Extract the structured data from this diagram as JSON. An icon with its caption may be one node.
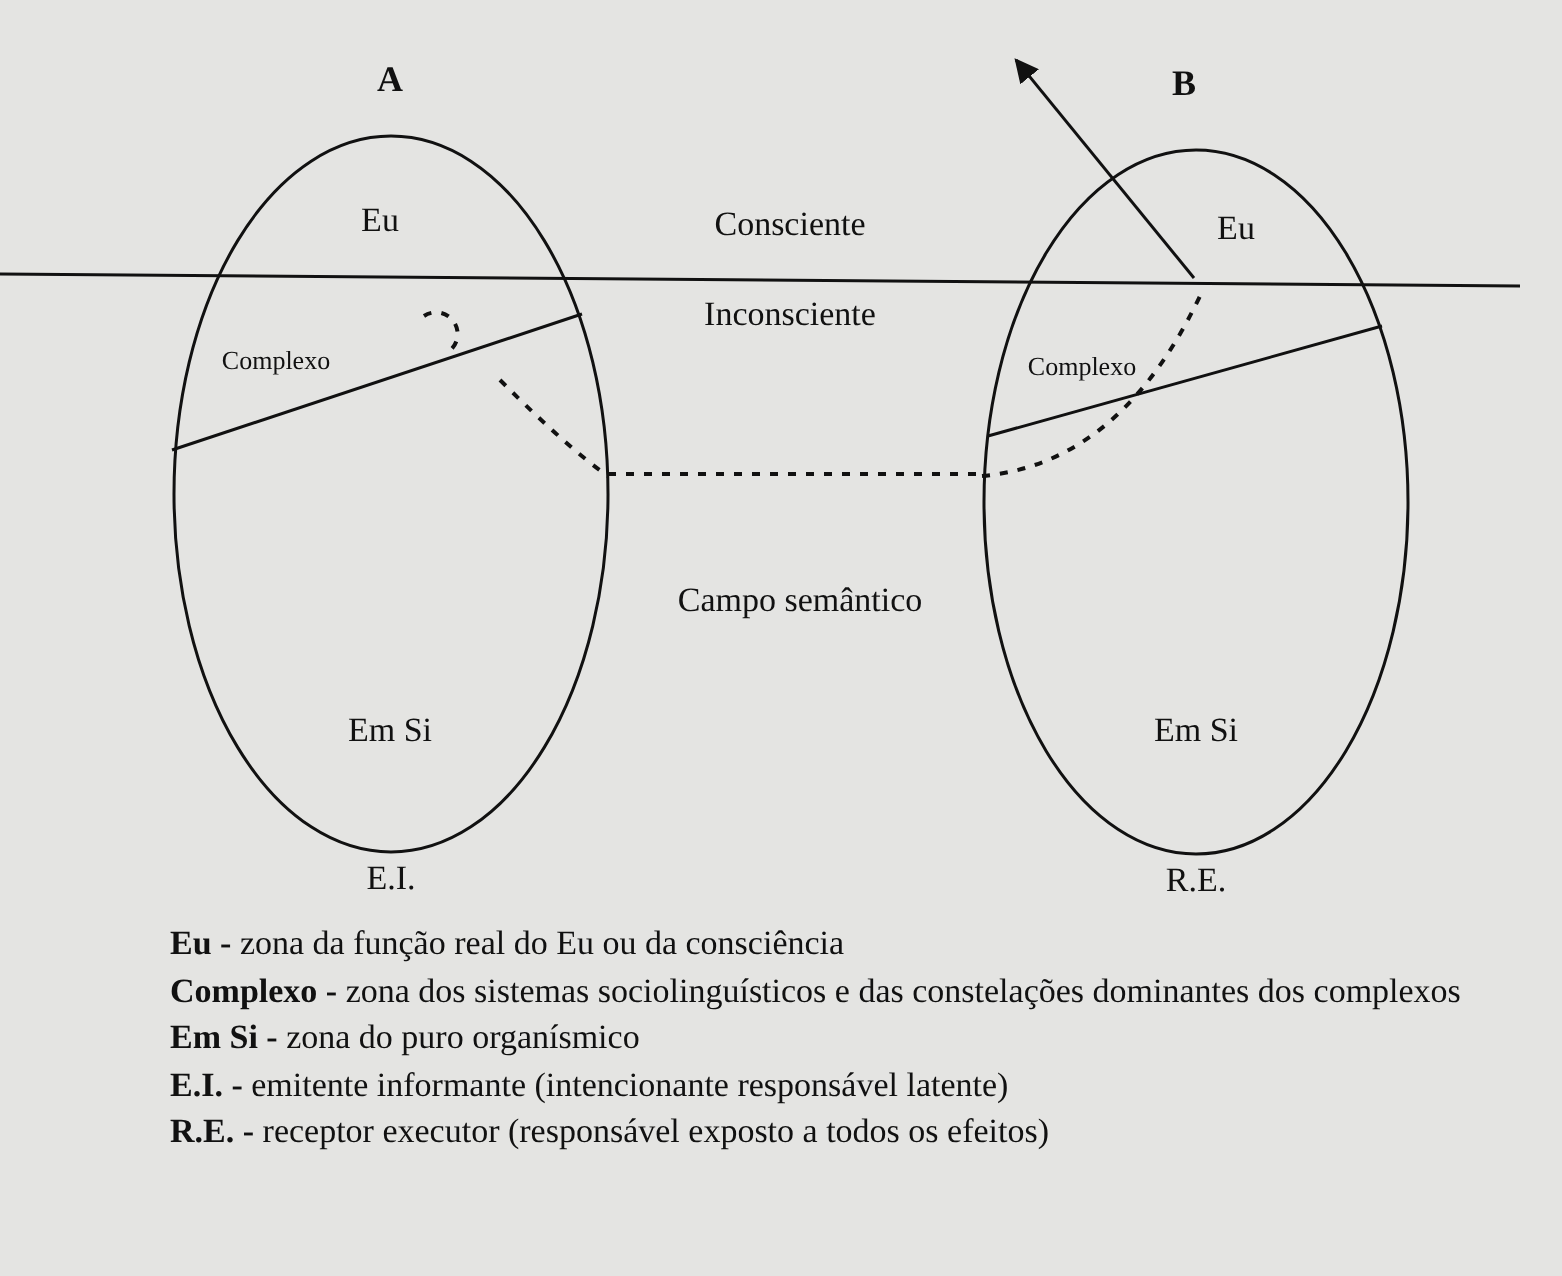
{
  "diagram": {
    "nodes": [
      {
        "text": [
          "Eu",
          "Complexo",
          "Em Si"
        ],
        "beside": [
          "E.I."
        ]
      },
      {
        "text": [
          "Eu",
          "Complexo",
          "Em Si"
        ],
        "beside": [
          "R.E."
        ]
      }
    ],
    "edges": [
      {
        "from": 0,
        "to": 1,
        "arrow": "none",
        "style": "dashed"
      },
      {
        "from": 1,
        "to": null,
        "arrow": "to"
      }
    ],
    "labels": [
      "A",
      "B",
      "Consciente",
      "Inconsciente",
      "Campo semântico",
      "**Eu -** zona da função real do Eu ou da consciência",
      "**Complexo -** zona dos sistemas sociolinguísticos e das constelações dominantes dos complexos",
      "**Em Si -** zona do puro organísmico",
      "**E.I. -** emitente informante (intencionante responsável latente)",
      "**R.E. -** receptor executor (responsável exposto a todos os efeitos)"
    ]
  }
}
